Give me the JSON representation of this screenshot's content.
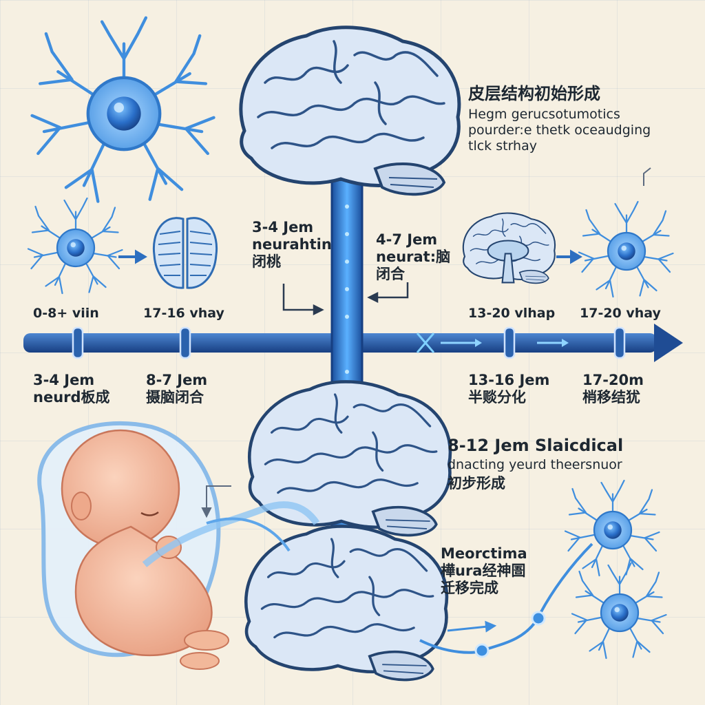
{
  "top_right": {
    "title": "皮层结构初始形成",
    "line1": "Hegm gerucsotumotics",
    "line2": "pourder:e thetk oceaudging",
    "line3": "tlck strhay"
  },
  "upper_stage_labels": {
    "left_neuron": "0-8+ viin",
    "neural_plate": "17-16 vhay",
    "brain_section": "13-20 vlhap",
    "right_neuron": "17-20 vhay"
  },
  "center_left_label": {
    "line1": "3-4 Jem",
    "line2": "neurahtin",
    "line3": "闭桃"
  },
  "center_right_label": {
    "line1": "4-7 Jem",
    "line2": "neurat:脑",
    "line3": "闭合"
  },
  "timeline_labels": [
    {
      "line1": "3-4 Jem",
      "line2": "neurd板成"
    },
    {
      "line1": "8-7 Jem",
      "line2": "摄脑闭合"
    },
    {
      "line1": "13-16 Jem",
      "line2": "半赕分化"
    },
    {
      "line1": "17-20m",
      "line2": "梢移结犹"
    }
  ],
  "middle_right": {
    "title": "8-12 Jem Slaicdical",
    "line1": "dnacting yeurd theersnuor",
    "line2": "初步形成"
  },
  "bottom_right": {
    "line1": "Meorctima",
    "line2": "樺ura经神圄",
    "line3": "迁移完成"
  },
  "colors": {
    "accent": "#1f5fae",
    "timeline": "#2b62ad",
    "neuron": "#3d8fe0",
    "brain_fill": "#dbe7f6",
    "brain_stroke": "#24446f",
    "skin": "#f2b89a",
    "background": "#f6f0e2"
  },
  "icons": [
    "neuron-icon",
    "neural-plate-icon",
    "brain-icon",
    "brain-section-icon",
    "fetus-icon",
    "arrow-icon"
  ]
}
